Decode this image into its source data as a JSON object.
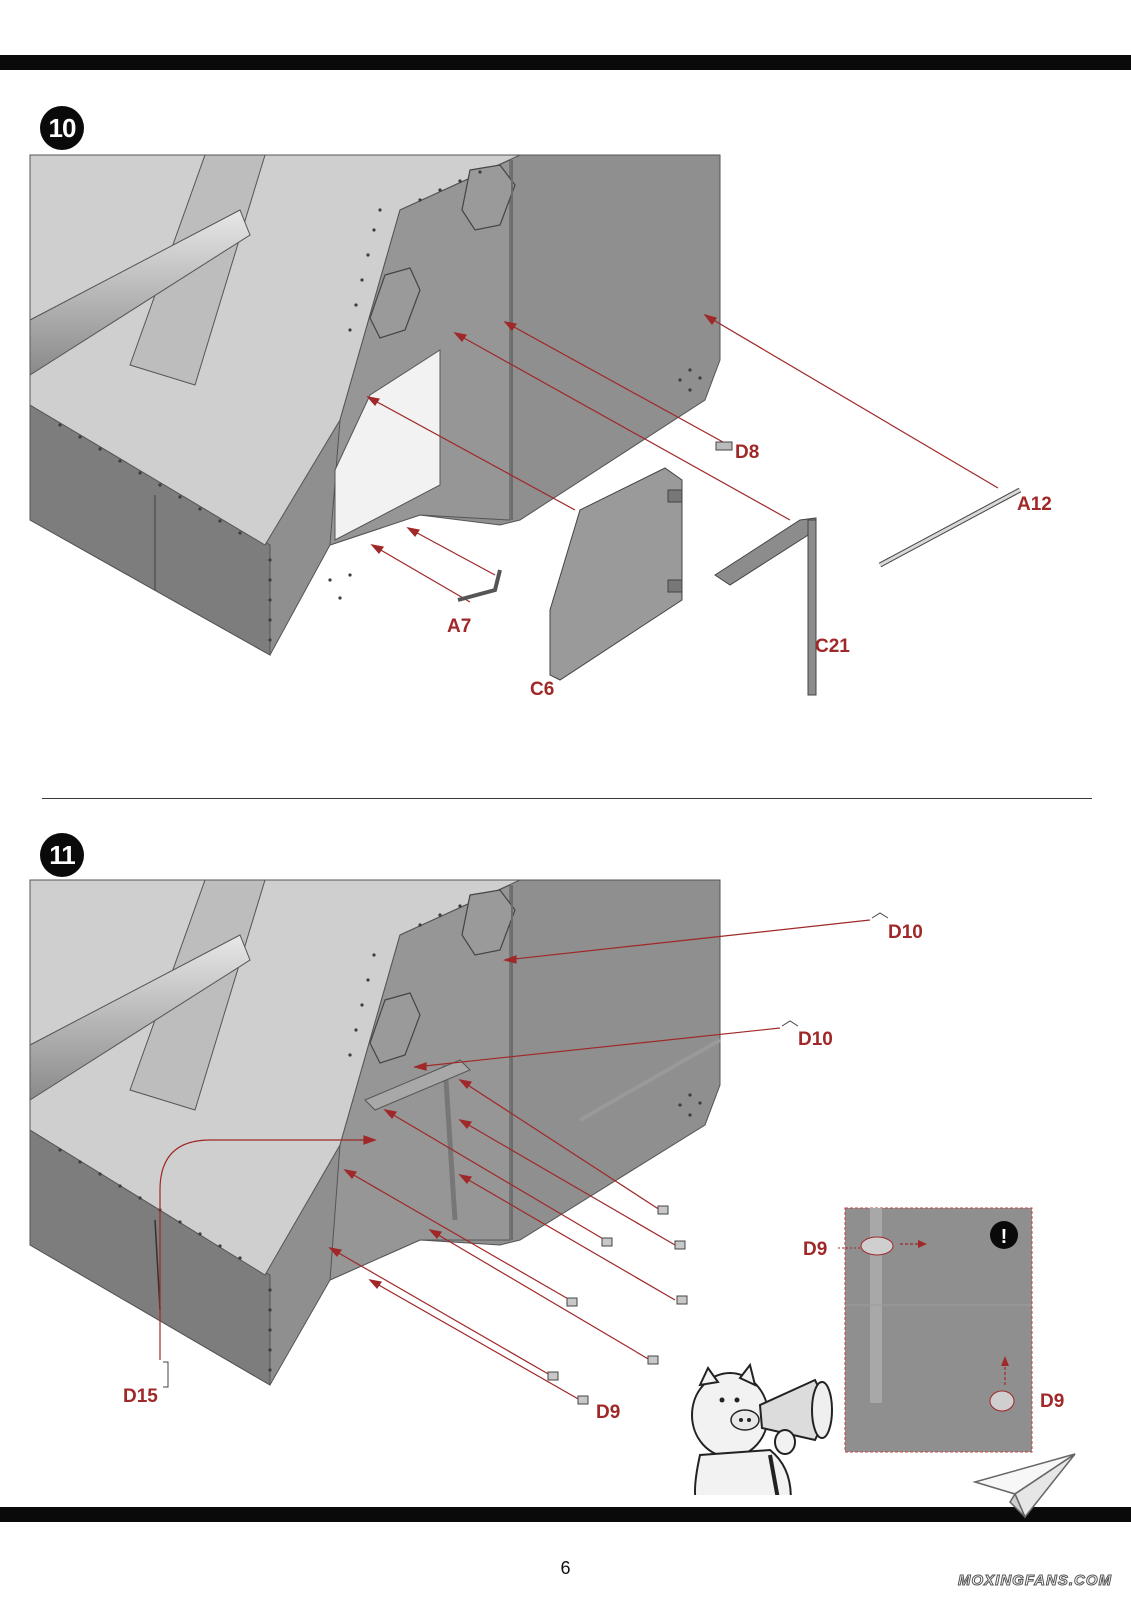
{
  "steps": [
    {
      "number": "10",
      "parts": [
        "D8",
        "A12",
        "A7",
        "C21",
        "C6"
      ]
    },
    {
      "number": "11",
      "parts": [
        "D10",
        "D10",
        "D15",
        "D9"
      ],
      "detail_inset": {
        "warning_symbol": "!",
        "parts": [
          "D9",
          "D9"
        ]
      }
    }
  ],
  "page_number": "6",
  "watermark": "MOXINGFANS.COM",
  "icons": [
    "warning-icon",
    "mascot-pig-megaphone",
    "paper-plane-logo"
  ],
  "colors": {
    "callout": "#a02828",
    "hull": "#8c8c8c",
    "top_plate": "#c8c8c8",
    "bar": "#0a0a0a"
  }
}
